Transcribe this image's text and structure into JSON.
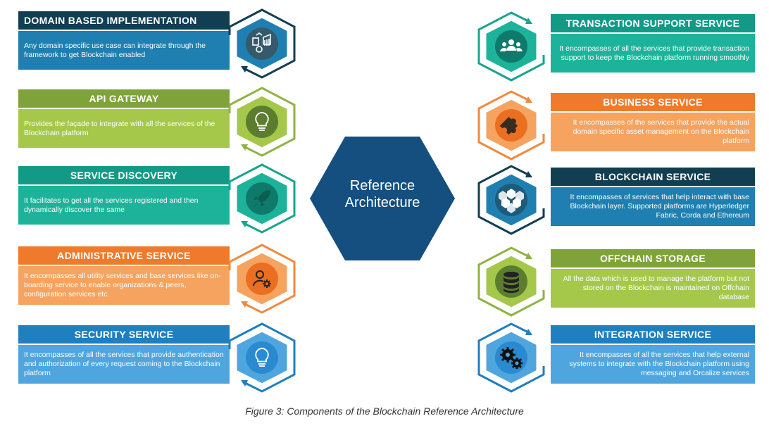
{
  "center": {
    "line1": "Reference",
    "line2": "Architecture",
    "color": "#144f80"
  },
  "caption": "Figure 3: Components of the Blockchain Reference Architecture",
  "left_cards": [
    {
      "title": "DOMAIN BASED IMPLEMENTATION",
      "desc": "Any domain specific use case can integrate through the framework to get Blockchain enabled",
      "icon": "domain-icon",
      "title_color": "#123e52",
      "desc_color": "#1f7fb0",
      "icon_bg": "#345a6b",
      "ring": "#123e52"
    },
    {
      "title": "API GATEWAY",
      "desc": "Provides the façade to integrate with all the services of the Blockchain platform",
      "icon": "lightbulb-icon",
      "title_color": "#7fa33a",
      "desc_color": "#a5c84b",
      "icon_bg": "#5c7d2e",
      "ring": "#8fb342"
    },
    {
      "title": "SERVICE DISCOVERY",
      "desc": "It facilitates to get all the services registered and then dynamically discover the same",
      "icon": "rocket-icon",
      "title_color": "#139a86",
      "desc_color": "#1cb39a",
      "icon_bg": "#0e7a6b",
      "ring": "#17a590"
    },
    {
      "title": "ADMINISTRATIVE SERVICE",
      "desc": "It encompasses all utility services and base services like on-boarding service to enable organizations & peers, configuration services etc.",
      "icon": "admin-user-gear-icon",
      "title_color": "#ef7a2b",
      "desc_color": "#f5a35f",
      "icon_bg": "#ea6f20",
      "ring": "#f08a3e"
    },
    {
      "title": "SECURITY SERVICE",
      "desc": "It encompasses of all the services that provide authentication and authorization of every request coming to the Blockchain platform",
      "icon": "lightbulb-icon",
      "title_color": "#1f7fbf",
      "desc_color": "#4fa6df",
      "icon_bg": "#2a8ad0",
      "ring": "#1f7fbf"
    }
  ],
  "right_cards": [
    {
      "title": "TRANSACTION SUPPORT SERVICE",
      "desc": "It encompasses of all the services that provide transaction support to keep the Blockchain platform running smoothly",
      "icon": "people-group-icon",
      "title_color": "#139a86",
      "desc_color": "#1cb39a",
      "icon_bg": "#0e7a6b",
      "ring": "#17a590"
    },
    {
      "title": "BUSINESS SERVICE",
      "desc": "It encompasses of the services that provide the actual domain specific asset management on the Blockchain platform",
      "icon": "puzzle-icon",
      "title_color": "#ef7a2b",
      "desc_color": "#f5a35f",
      "icon_bg": "#ea6f20",
      "ring": "#f08a3e"
    },
    {
      "title": "BLOCKCHAIN SERVICE",
      "desc": "It encompasses of services that help interact with base Blockchain layer. Supported platforms are Hyperledger Fabric, Corda and Ethereum",
      "icon": "blocks-icon",
      "title_color": "#123e52",
      "desc_color": "#1f7fb0",
      "icon_bg": "#1e5a7a",
      "ring": "#123e52"
    },
    {
      "title": "OFFCHAIN STORAGE",
      "desc": "All the data which is used to manage the platform but not stored on the Blockchain is maintained on Offchain database",
      "icon": "database-icon",
      "title_color": "#7fa33a",
      "desc_color": "#a5c84b",
      "icon_bg": "#5c7d2e",
      "ring": "#8fb342"
    },
    {
      "title": "INTEGRATION SERVICE",
      "desc": "It encompasses of all the services that help external systems to integrate with the Blockchain platform using messaging and Orcalize services",
      "icon": "gears-icon",
      "title_color": "#1f7fbf",
      "desc_color": "#4fa6df",
      "icon_bg": "#2a8ad0",
      "ring": "#1f7fbf"
    }
  ]
}
